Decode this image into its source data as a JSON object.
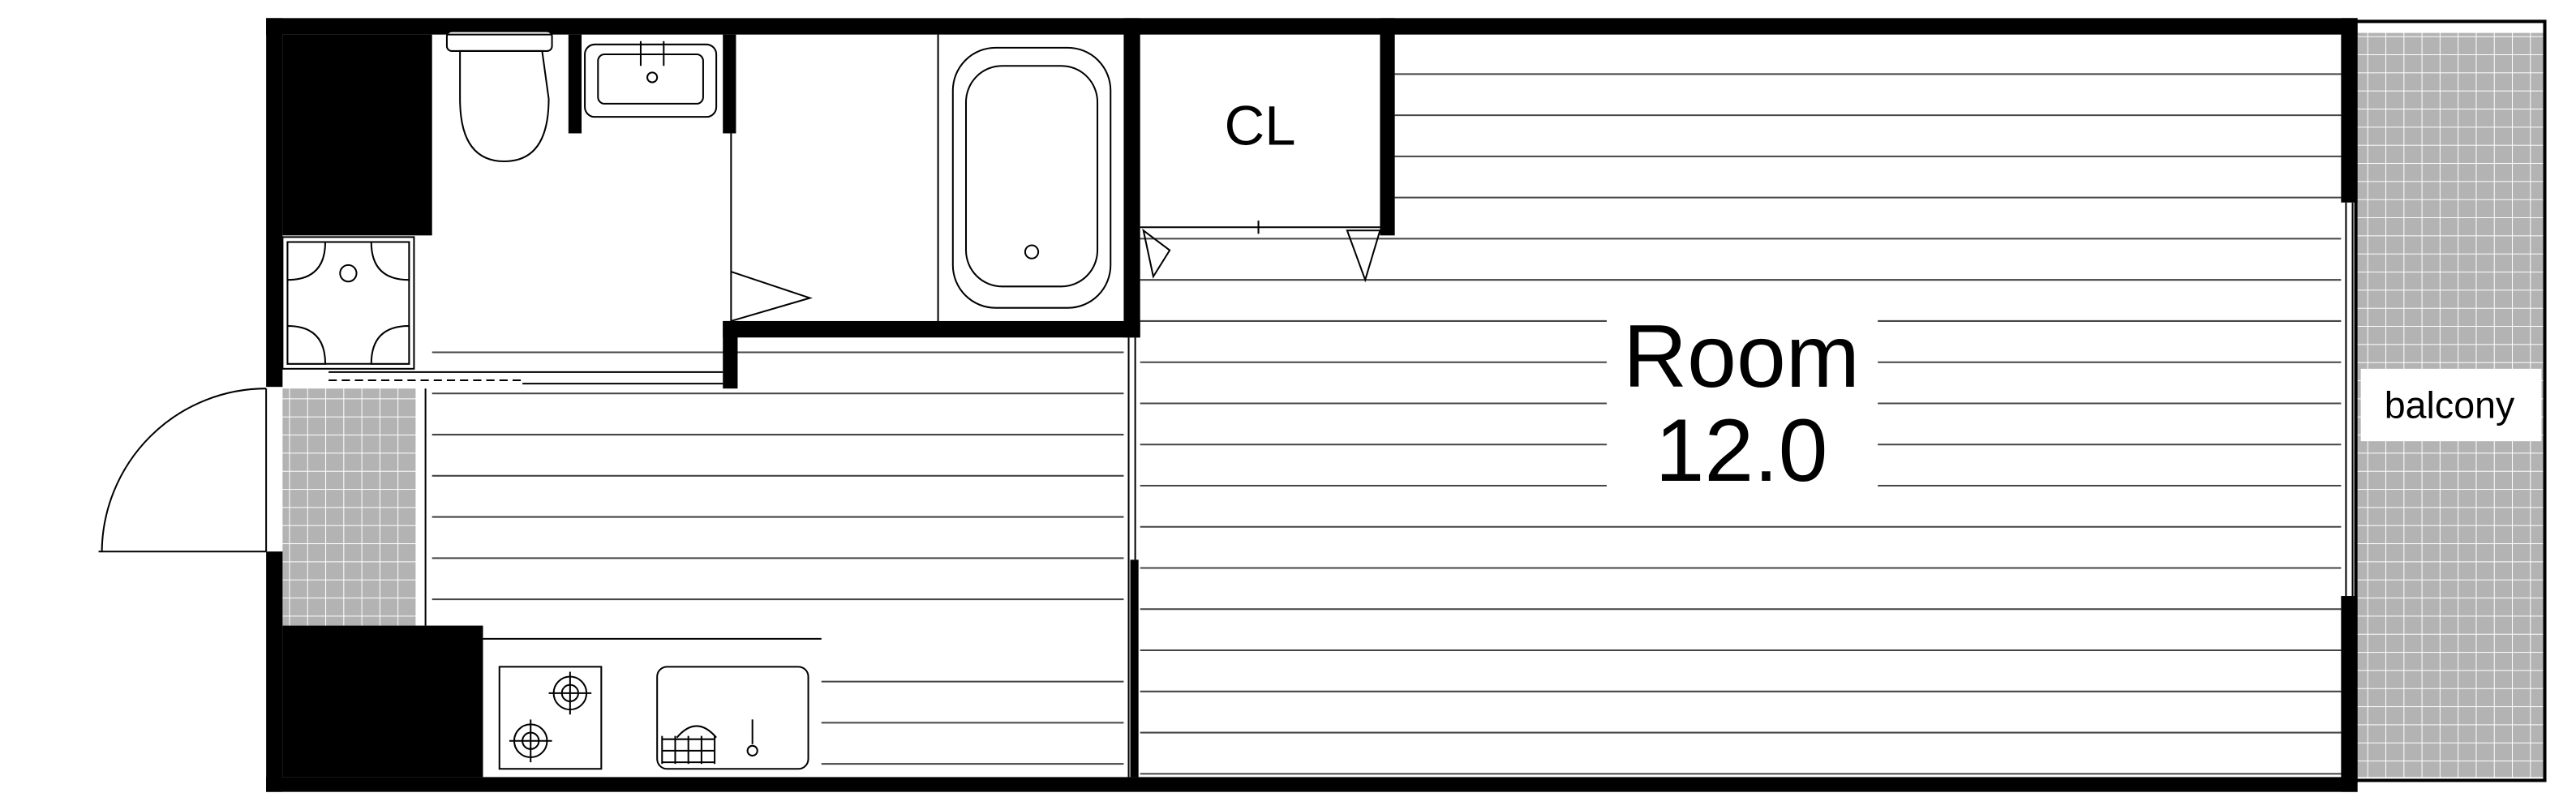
{
  "labels": {
    "closet": "CL",
    "room_name": "Room",
    "room_size": "12.0",
    "balcony": "balcony"
  },
  "colors": {
    "wall": "#000000",
    "tile": "#b3b3b3",
    "floor_line": "#444444",
    "background": "#ffffff"
  },
  "icons": {
    "toilet": "toilet-icon",
    "wash_basin": "wash-basin-icon",
    "bathtub": "bathtub-icon",
    "washer": "washing-machine-pan-icon",
    "stove": "gas-stove-icon",
    "sink": "kitchen-sink-icon",
    "entrance_door": "door-swing-icon"
  }
}
